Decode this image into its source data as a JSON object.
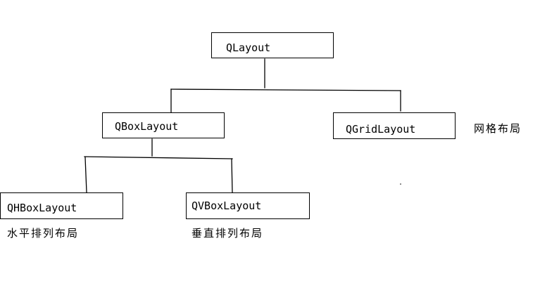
{
  "diagram": {
    "root": {
      "label": "QLayout"
    },
    "box_layout": {
      "label": "QBoxLayout"
    },
    "grid_layout": {
      "label": "QGridLayout",
      "note": "网格布局"
    },
    "hbox_layout": {
      "label": "QHBoxLayout",
      "note": "水平排列布局"
    },
    "vbox_layout": {
      "label": "QVBoxLayout",
      "note": "垂直排列布局"
    }
  }
}
